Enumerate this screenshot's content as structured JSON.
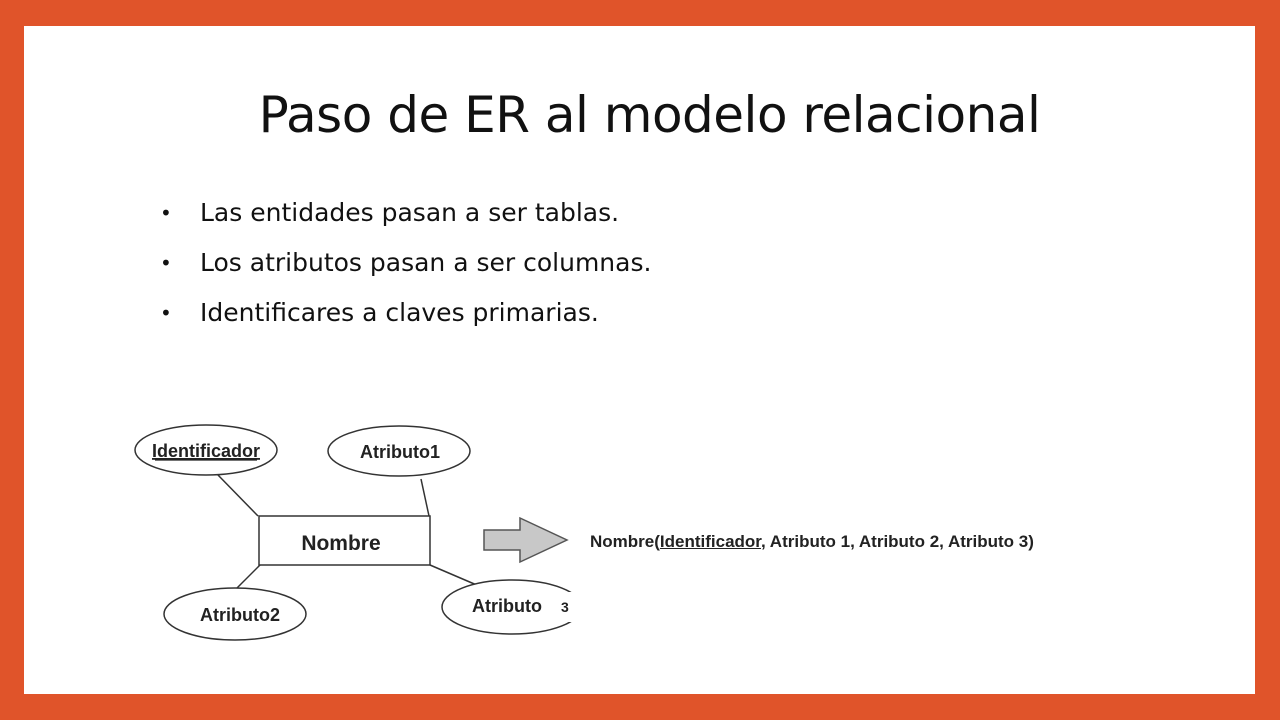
{
  "slide": {
    "title": "Paso de ER al modelo relacional",
    "bullets": [
      "Las entidades pasan a ser tablas.",
      "Los atributos pasan a ser columnas.",
      "Identificares a claves primarias."
    ]
  },
  "diagram": {
    "entity": "Nombre",
    "attributes": {
      "key": "Identificador",
      "attr1": "Atributo1",
      "attr2": "Atributo2",
      "attr3_main": "Atributo",
      "attr3_num": "3"
    },
    "arrow_icon": "right-arrow-icon",
    "relational": {
      "table_prefix": "Nombre(",
      "primary_key": "Identificador",
      "rest": ", Atributo 1, Atributo 2, Atributo 3)"
    }
  },
  "colors": {
    "frame": "#e0542a",
    "background": "#ffffff",
    "arrow_fill": "#c8c8c8"
  }
}
